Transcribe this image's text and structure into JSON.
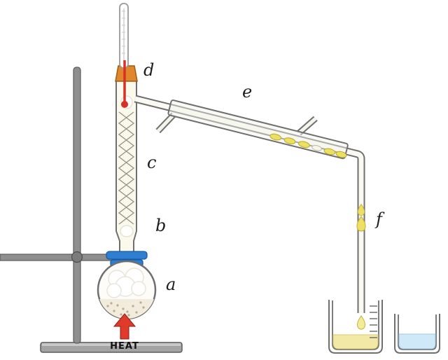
{
  "diagram": {
    "labels": {
      "flask": "a",
      "column_joint": "b",
      "column": "c",
      "thermometer": "d",
      "condenser": "e",
      "delivery_tube": "f"
    },
    "heat": {
      "label": "HEAT"
    },
    "colors": {
      "heat_arrow": "#e03a2b",
      "clamp": "#2e7fd2",
      "stopper": "#e0862c",
      "thermometer_fluid": "#d93025",
      "drop": "#ede061",
      "beaker_left_liquid": "#f3e9a6",
      "beaker_right_liquid": "#cfe9f8"
    }
  }
}
